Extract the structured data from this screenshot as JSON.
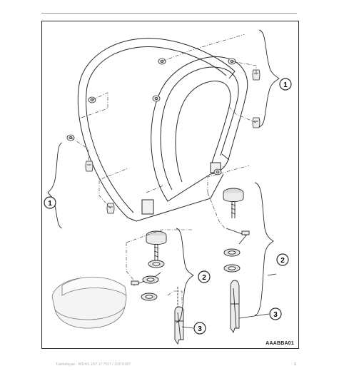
{
  "diagram": {
    "code": "AAABBA01",
    "callouts": [
      {
        "id": "c1a",
        "label": "1"
      },
      {
        "id": "c1b",
        "label": "1"
      },
      {
        "id": "c2a",
        "label": "2"
      },
      {
        "id": "c2b",
        "label": "2"
      },
      {
        "id": "c3a",
        "label": "3"
      },
      {
        "id": "c3b",
        "label": "3"
      }
    ]
  },
  "footer": {
    "text": "Tuerkeleyse · W1/4/1.1/07.17.7017 / 1107/1007",
    "page": "1"
  },
  "colors": {
    "line": "#2a2a2a",
    "fill": "#e6e6e6",
    "dark": "#9a9a9a"
  }
}
